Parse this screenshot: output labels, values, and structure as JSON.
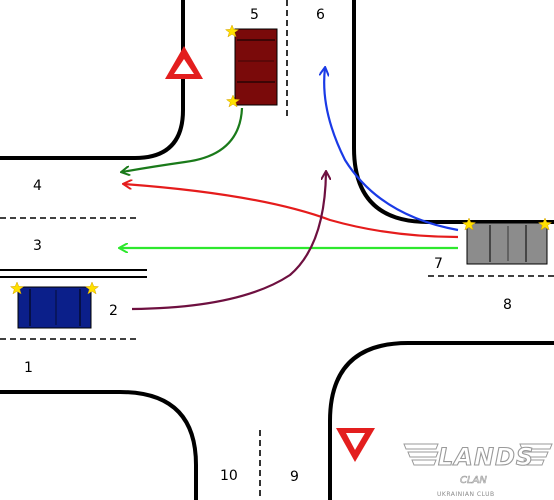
{
  "diagram": {
    "lane_numbers": [
      "1",
      "2",
      "3",
      "4",
      "5",
      "6",
      "7",
      "8",
      "9",
      "10"
    ],
    "colors": {
      "road_edge": "#000000",
      "red_car": "#7a0a0a",
      "blue_car": "#0b1f8a",
      "grey_car": "#8c8c8c",
      "turn_signal": "#ffe000",
      "path_green": "#1a7a1a",
      "path_red": "#e51c1c",
      "path_blue": "#1a3ae6",
      "path_lime": "#2de82d",
      "path_maroon": "#6e1040",
      "sign_red": "#e31e1e"
    },
    "signs": [
      {
        "name": "yield-sign-top",
        "type": "triangle-point-up"
      },
      {
        "name": "yield-sign-bottom",
        "type": "triangle-point-down"
      }
    ],
    "logo": {
      "main": "LANDS",
      "sub": "CLAN",
      "tagline": "UKRAINIAN CLUB"
    }
  }
}
